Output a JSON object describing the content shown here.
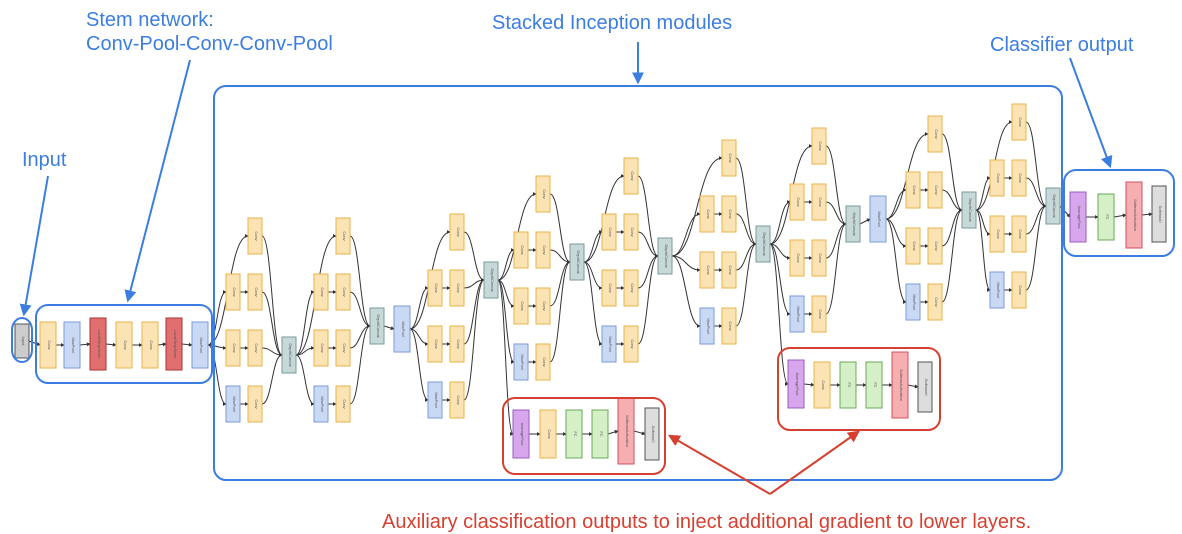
{
  "annotations": {
    "stem_line1": "Stem network:",
    "stem_line2": "Conv-Pool-Conv-Conv-Pool",
    "stacked": "Stacked Inception modules",
    "classifier": "Classifier output",
    "input": "Input",
    "auxiliary": "Auxiliary classification outputs to inject additional gradient to lower layers."
  },
  "colors": {
    "annotation_blue": "#3b7de0",
    "annotation_red": "#d64030",
    "conv": "#fbe3b4",
    "conv_border": "#e9b347",
    "pool": "#c9d9f4",
    "pool_border": "#7b9ad7",
    "lrn": "#e26f6f",
    "concat": "#c7d8d8",
    "avgpool": "#d7a6ec",
    "fc": "#d5efc7",
    "softmax_act": "#f6aeb0",
    "softmax_out": "#dddddd",
    "input": "#cccccc"
  },
  "layer_text": {
    "conv": "Conv",
    "maxpool": "MaxPool",
    "lrn": "LocalRespNorm",
    "concat": "DepthConcat",
    "avgpool": "AveragePool",
    "fc": "FC",
    "softmax_act": "SoftmaxActivation",
    "softmax_out": "Softmax0",
    "input": "Input"
  }
}
